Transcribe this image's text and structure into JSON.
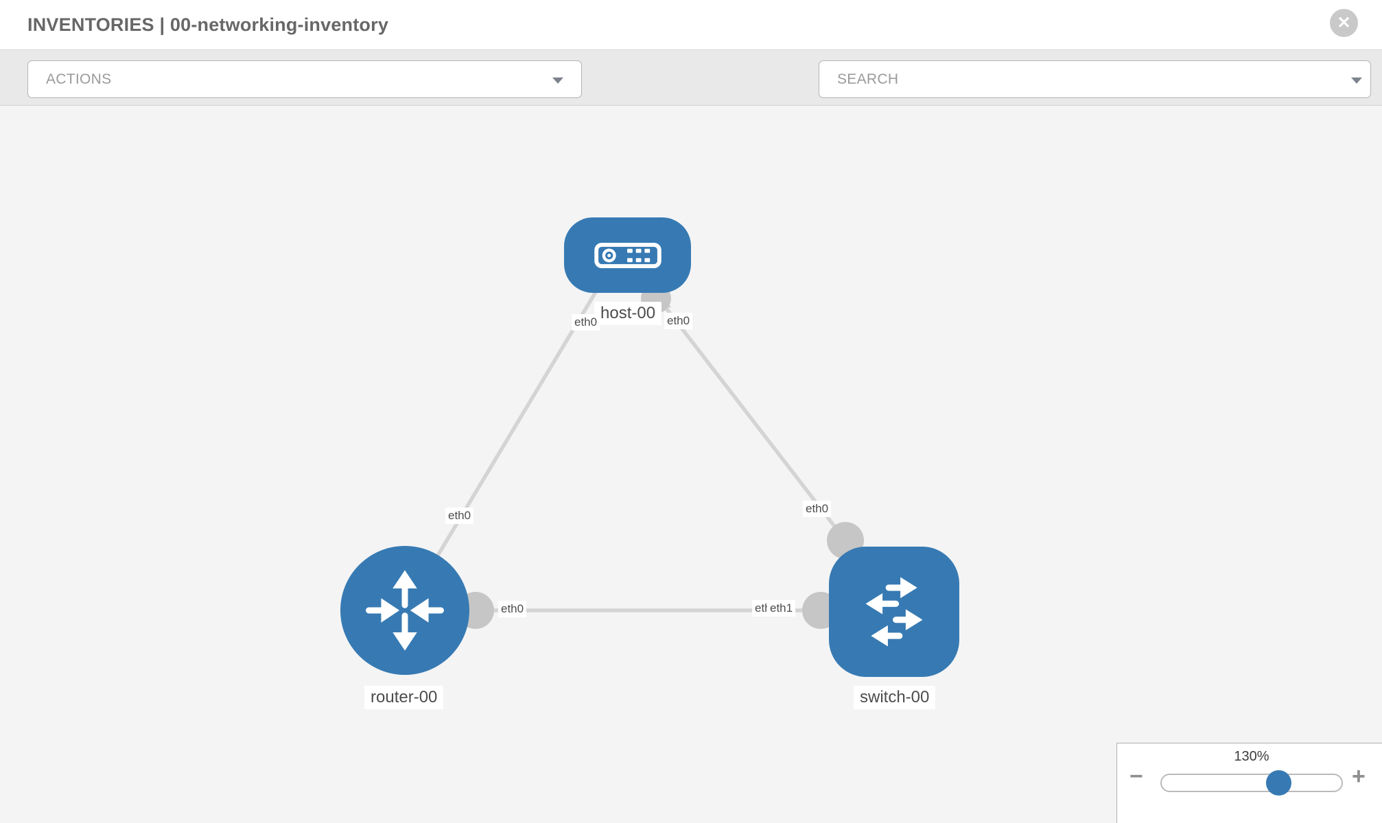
{
  "header": {
    "title": "INVENTORIES | 00-networking-inventory",
    "close_glyph": "✕"
  },
  "toolbar": {
    "actions": {
      "label": "ACTIONS"
    },
    "tools": [
      {
        "icon": "wrench"
      },
      {
        "icon": "key"
      }
    ],
    "search": {
      "placeholder": "SEARCH"
    }
  },
  "topology": {
    "nodes": [
      {
        "id": "host-00",
        "type": "host",
        "label": "host-00"
      },
      {
        "id": "router-00",
        "type": "router",
        "label": "router-00"
      },
      {
        "id": "switch-00",
        "type": "switch",
        "label": "switch-00"
      }
    ],
    "links": [
      {
        "from": "router-00",
        "to": "host-00",
        "from_interface": "eth0",
        "to_interface": "eth0"
      },
      {
        "from": "host-00",
        "to": "switch-00",
        "from_interface": "eth0",
        "to_interface": "eth0"
      },
      {
        "from": "router-00",
        "to": "switch-00",
        "from_interface": "eth0",
        "to_interface": "eth1"
      }
    ],
    "interface_labels": [
      {
        "text": "eth0",
        "at": "host-left"
      },
      {
        "text": "eth0",
        "at": "host-right"
      },
      {
        "text": "eth0",
        "at": "router-to-host"
      },
      {
        "text": "eth0",
        "at": "router-to-switch"
      },
      {
        "text": "eth0",
        "at": "switch-to-router-behind"
      },
      {
        "text": "eth1",
        "at": "switch-to-router"
      },
      {
        "text": "eth0",
        "at": "switch-to-host"
      }
    ]
  },
  "zoom_control": {
    "level": "130%",
    "decrease_glyph": "−",
    "increase_glyph": "+"
  },
  "colors": {
    "node_blue": "#377ab3",
    "link_gray": "#d4d4d4",
    "interface_gray": "#c6c6c6",
    "toolbar_gray": "#e9e9e9",
    "canvas_gray": "#f4f4f5"
  }
}
